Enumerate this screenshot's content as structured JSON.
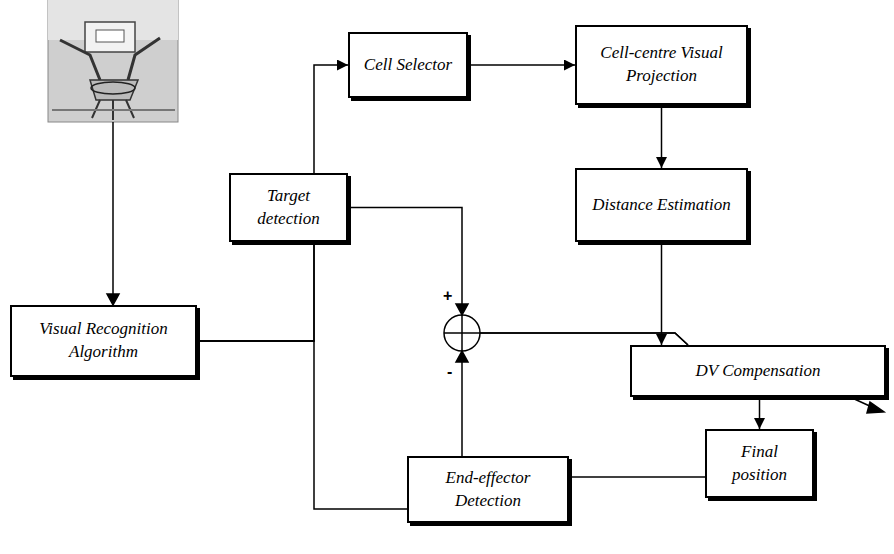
{
  "diagram": {
    "nodes": [
      {
        "text": [
          "Cell Selector"
        ]
      },
      {
        "text": [
          "Cell-centre Visual Projection"
        ]
      },
      {
        "text": [
          "Target detection"
        ]
      },
      {
        "text": [
          "Distance Estimation"
        ]
      },
      {
        "text": [
          "Visual Recognition Algorithm"
        ]
      },
      {
        "text": [
          "DV Compensation"
        ]
      },
      {
        "text": [
          "Final position"
        ]
      },
      {
        "text": [
          "End-effector Detection"
        ]
      }
    ],
    "edges": [
      {
        "from": 0,
        "to": 1,
        "arrow": "to"
      },
      {
        "from": 1,
        "to": 3,
        "arrow": "to"
      },
      {
        "from": 3,
        "to": 5,
        "arrow": "to"
      },
      {
        "from": 5,
        "to": 6,
        "arrow": "to"
      },
      {
        "from": 6,
        "to": 7,
        "arrow": "none"
      },
      {
        "from": 4,
        "to": 0,
        "arrow": "to"
      },
      {
        "from": 4,
        "to": 7,
        "arrow": "none"
      },
      {
        "from": 4,
        "to": 2,
        "arrow": "none"
      },
      {
        "from": 2,
        "to": 5,
        "arrow": "none"
      },
      {
        "from": 7,
        "to": 5,
        "arrow": "none"
      }
    ],
    "labels": [
      "+",
      "-"
    ]
  }
}
